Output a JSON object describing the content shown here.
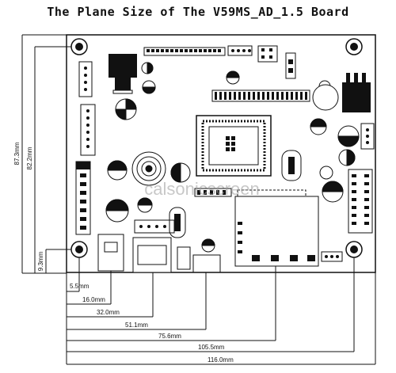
{
  "title": "The Plane Size of The V59MS_AD_1.5 Board",
  "watermark": "calsonicscreen",
  "vertical_dims": {
    "total_height": "87.3mm",
    "hole_span": "82.2mm",
    "hole_offset": "9.3mm"
  },
  "horizontal_dims": [
    {
      "label": "5.5mm"
    },
    {
      "label": "16.0mm"
    },
    {
      "label": "32.0mm"
    },
    {
      "label": "51.1mm"
    },
    {
      "label": "75.6mm"
    },
    {
      "label": "105.5mm"
    },
    {
      "label": "116.0mm"
    }
  ],
  "colors": {
    "ink": "#111111",
    "board": "#ffffff"
  }
}
